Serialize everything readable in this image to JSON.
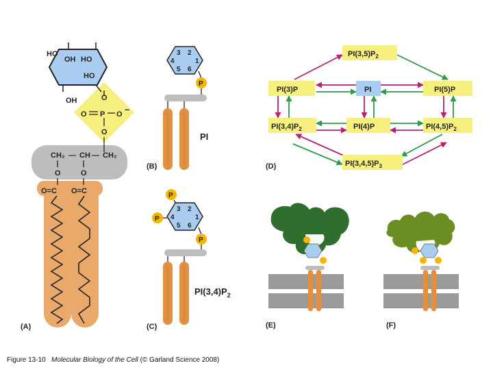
{
  "panels": {
    "a": {
      "tag": "(A)",
      "ring": [
        "HO",
        "OH",
        "HO",
        "HO",
        "OH"
      ],
      "phosphate": [
        "O",
        "O",
        "P",
        "O",
        "–",
        "O"
      ],
      "glycerol": [
        "CH₂",
        "—",
        "CH",
        "—",
        "CH₂",
        "O",
        "O"
      ],
      "esters": [
        "O=C",
        "O=C"
      ]
    },
    "b": {
      "tag": "(B)",
      "ring_numbers": [
        "3",
        "2",
        "4",
        "1",
        "5",
        "6"
      ],
      "phosphate": "P",
      "name": "PI"
    },
    "c": {
      "tag": "(C)",
      "ring_numbers": [
        "3",
        "2",
        "4",
        "1",
        "5",
        "6"
      ],
      "phosphates": [
        "P",
        "P",
        "P"
      ],
      "name_main": "PI(3,4)P",
      "name_sub": "2"
    },
    "d": {
      "tag": "(D)",
      "nodes": {
        "pi35p2": {
          "main": "PI(3,5)P",
          "sub": "2"
        },
        "pi3p": {
          "main": "PI(3)P",
          "sub": ""
        },
        "pi": {
          "main": "PI",
          "sub": ""
        },
        "pi5p": {
          "main": "PI(5)P",
          "sub": ""
        },
        "pi34p2": {
          "main": "PI(3,4)P",
          "sub": "2"
        },
        "pi4p": {
          "main": "PI(4)P",
          "sub": ""
        },
        "pi45p2": {
          "main": "PI(4,5)P",
          "sub": "2"
        },
        "pi345p3": {
          "main": "PI(3,4,5)P",
          "sub": "3"
        }
      },
      "colors": {
        "node": "#f7ef7e",
        "pi_node": "#a9cdf0",
        "kinase_arrow": "#2f9a4a",
        "phosphatase_arrow": "#b5226e"
      }
    },
    "e": {
      "tag": "(E)"
    },
    "f": {
      "tag": "(F)"
    }
  },
  "caption": {
    "figure": "Figure 13-10",
    "book": "Molecular Biology of the Cell",
    "credit": "(© Garland Science 2008)"
  },
  "colors": {
    "ring": "#a9cdf0",
    "phosphate_bg": "#f7ef7e",
    "glycerol": "#bdbdbd",
    "tail": "#e8a96b",
    "tail_stripe": "#c9782c",
    "p_dot": "#f4b400",
    "membrane": "#9a9a9a",
    "domain_dark": "#2f6e2e",
    "domain_olive": "#6b8e23"
  }
}
